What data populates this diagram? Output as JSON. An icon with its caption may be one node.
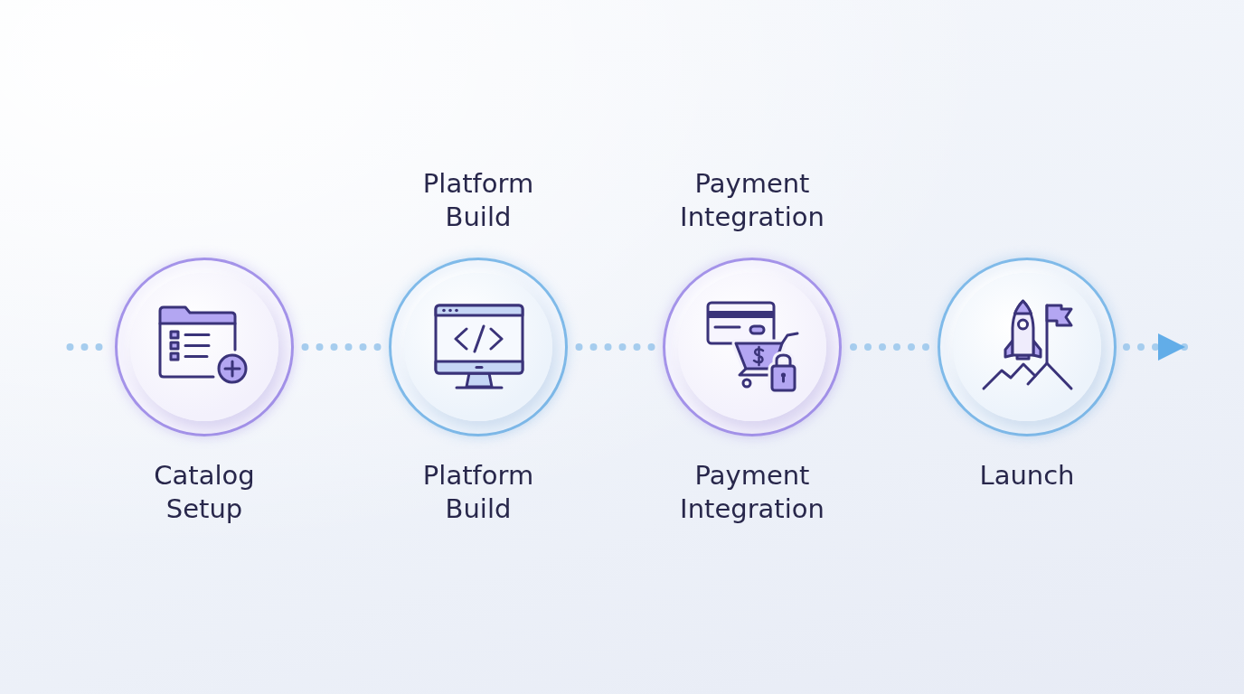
{
  "diagram": {
    "nodes": [
      {
        "text": [
          "Catalog Setup"
        ]
      },
      {
        "text": [
          "Platform Build"
        ],
        "beside": [
          "Platform Build"
        ]
      },
      {
        "text": [
          "Payment Integration"
        ],
        "beside": [
          "Payment Integration"
        ]
      },
      {
        "text": [
          "Launch"
        ]
      }
    ],
    "edges": [
      {
        "from": null,
        "to": 0,
        "arrow": "none",
        "style": "dashed"
      },
      {
        "from": 0,
        "to": 1,
        "arrow": "none",
        "style": "dashed"
      },
      {
        "from": 1,
        "to": 2,
        "arrow": "none",
        "style": "dashed"
      },
      {
        "from": 2,
        "to": 3,
        "arrow": "none",
        "style": "dashed"
      },
      {
        "from": 3,
        "to": null,
        "arrow": "to",
        "style": "dashed"
      }
    ]
  }
}
